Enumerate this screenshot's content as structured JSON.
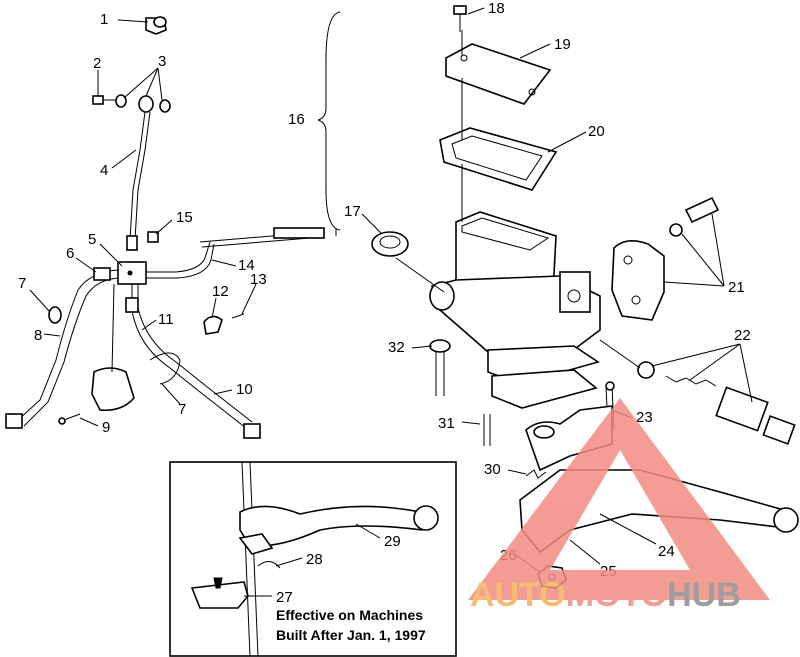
{
  "labels": {
    "l1": "1",
    "l2": "2",
    "l3": "3",
    "l4": "4",
    "l5": "5",
    "l6": "6",
    "l7a": "7",
    "l7b": "7",
    "l8": "8",
    "l9": "9",
    "l10": "10",
    "l11": "11",
    "l12": "12",
    "l13": "13",
    "l14": "14",
    "l15": "15",
    "l16": "16",
    "l17": "17",
    "l18": "18",
    "l19": "19",
    "l20": "20",
    "l21": "21",
    "l22": "22",
    "l23": "23",
    "l24": "24",
    "l25": "25",
    "l26": "26",
    "l27": "27",
    "l28": "28",
    "l29": "29",
    "l30": "30",
    "l31": "31",
    "l32": "32"
  },
  "inset_note": {
    "line1": "Effective on Machines",
    "line2": "Built After Jan. 1, 1997"
  },
  "watermark": {
    "part1": "AUTO",
    "part2": "MOTO",
    "part3": "HUB",
    "color_red": "#f28b82",
    "color_orange": "#f5b25a",
    "color_grey": "#8c8c8c"
  }
}
